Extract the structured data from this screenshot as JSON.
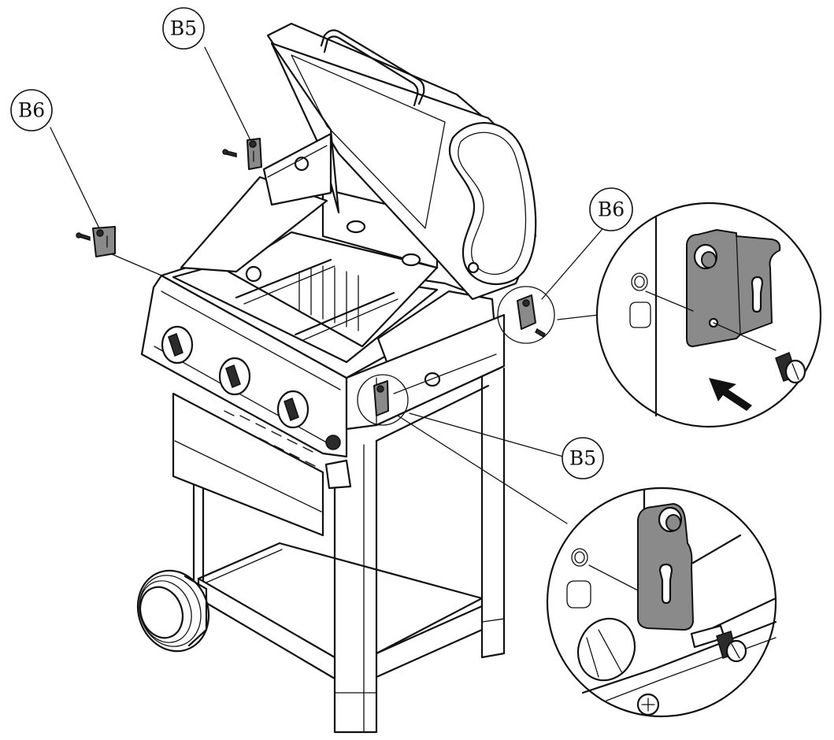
{
  "labels": {
    "b5_top": "B5",
    "b6_left": "B6",
    "b6_right": "B6",
    "b5_right": "B5"
  },
  "colors": {
    "line": "#111111",
    "bracket_fill": "#8a8a8a",
    "background": "#ffffff"
  },
  "icons": [
    "bracket-b5-icon",
    "bracket-b6-icon",
    "screw-icon",
    "arrow-icon",
    "knob-icon",
    "wheel-icon"
  ]
}
